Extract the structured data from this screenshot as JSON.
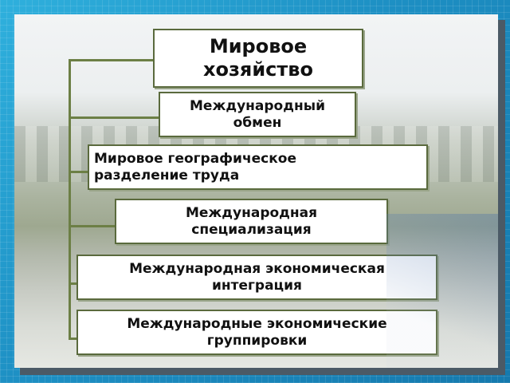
{
  "diagram": {
    "nodes": [
      {
        "id": "world_economy",
        "text": "Мировое\nхозяйство"
      },
      {
        "id": "intl_exchange",
        "text": "Международный\nобмен"
      },
      {
        "id": "geo_division",
        "text": "Мировое географическое\nразделение труда"
      },
      {
        "id": "intl_specialization",
        "text": "Международная\nспециализация"
      },
      {
        "id": "econ_integration",
        "text": "Международная экономическая\nинтеграция"
      },
      {
        "id": "econ_groupings",
        "text": "Международные экономические\nгруппировки"
      }
    ],
    "edges": [
      {
        "from": "world_economy",
        "to": "intl_exchange"
      },
      {
        "from": "world_economy",
        "to": "geo_division"
      },
      {
        "from": "world_economy",
        "to": "intl_specialization"
      },
      {
        "from": "world_economy",
        "to": "econ_integration"
      },
      {
        "from": "world_economy",
        "to": "econ_groupings"
      }
    ]
  },
  "colors": {
    "frame": "#1f95c8",
    "connector": "#6c7f45",
    "box_border": "#5a6a3d",
    "box_fill": "#ffffff"
  }
}
